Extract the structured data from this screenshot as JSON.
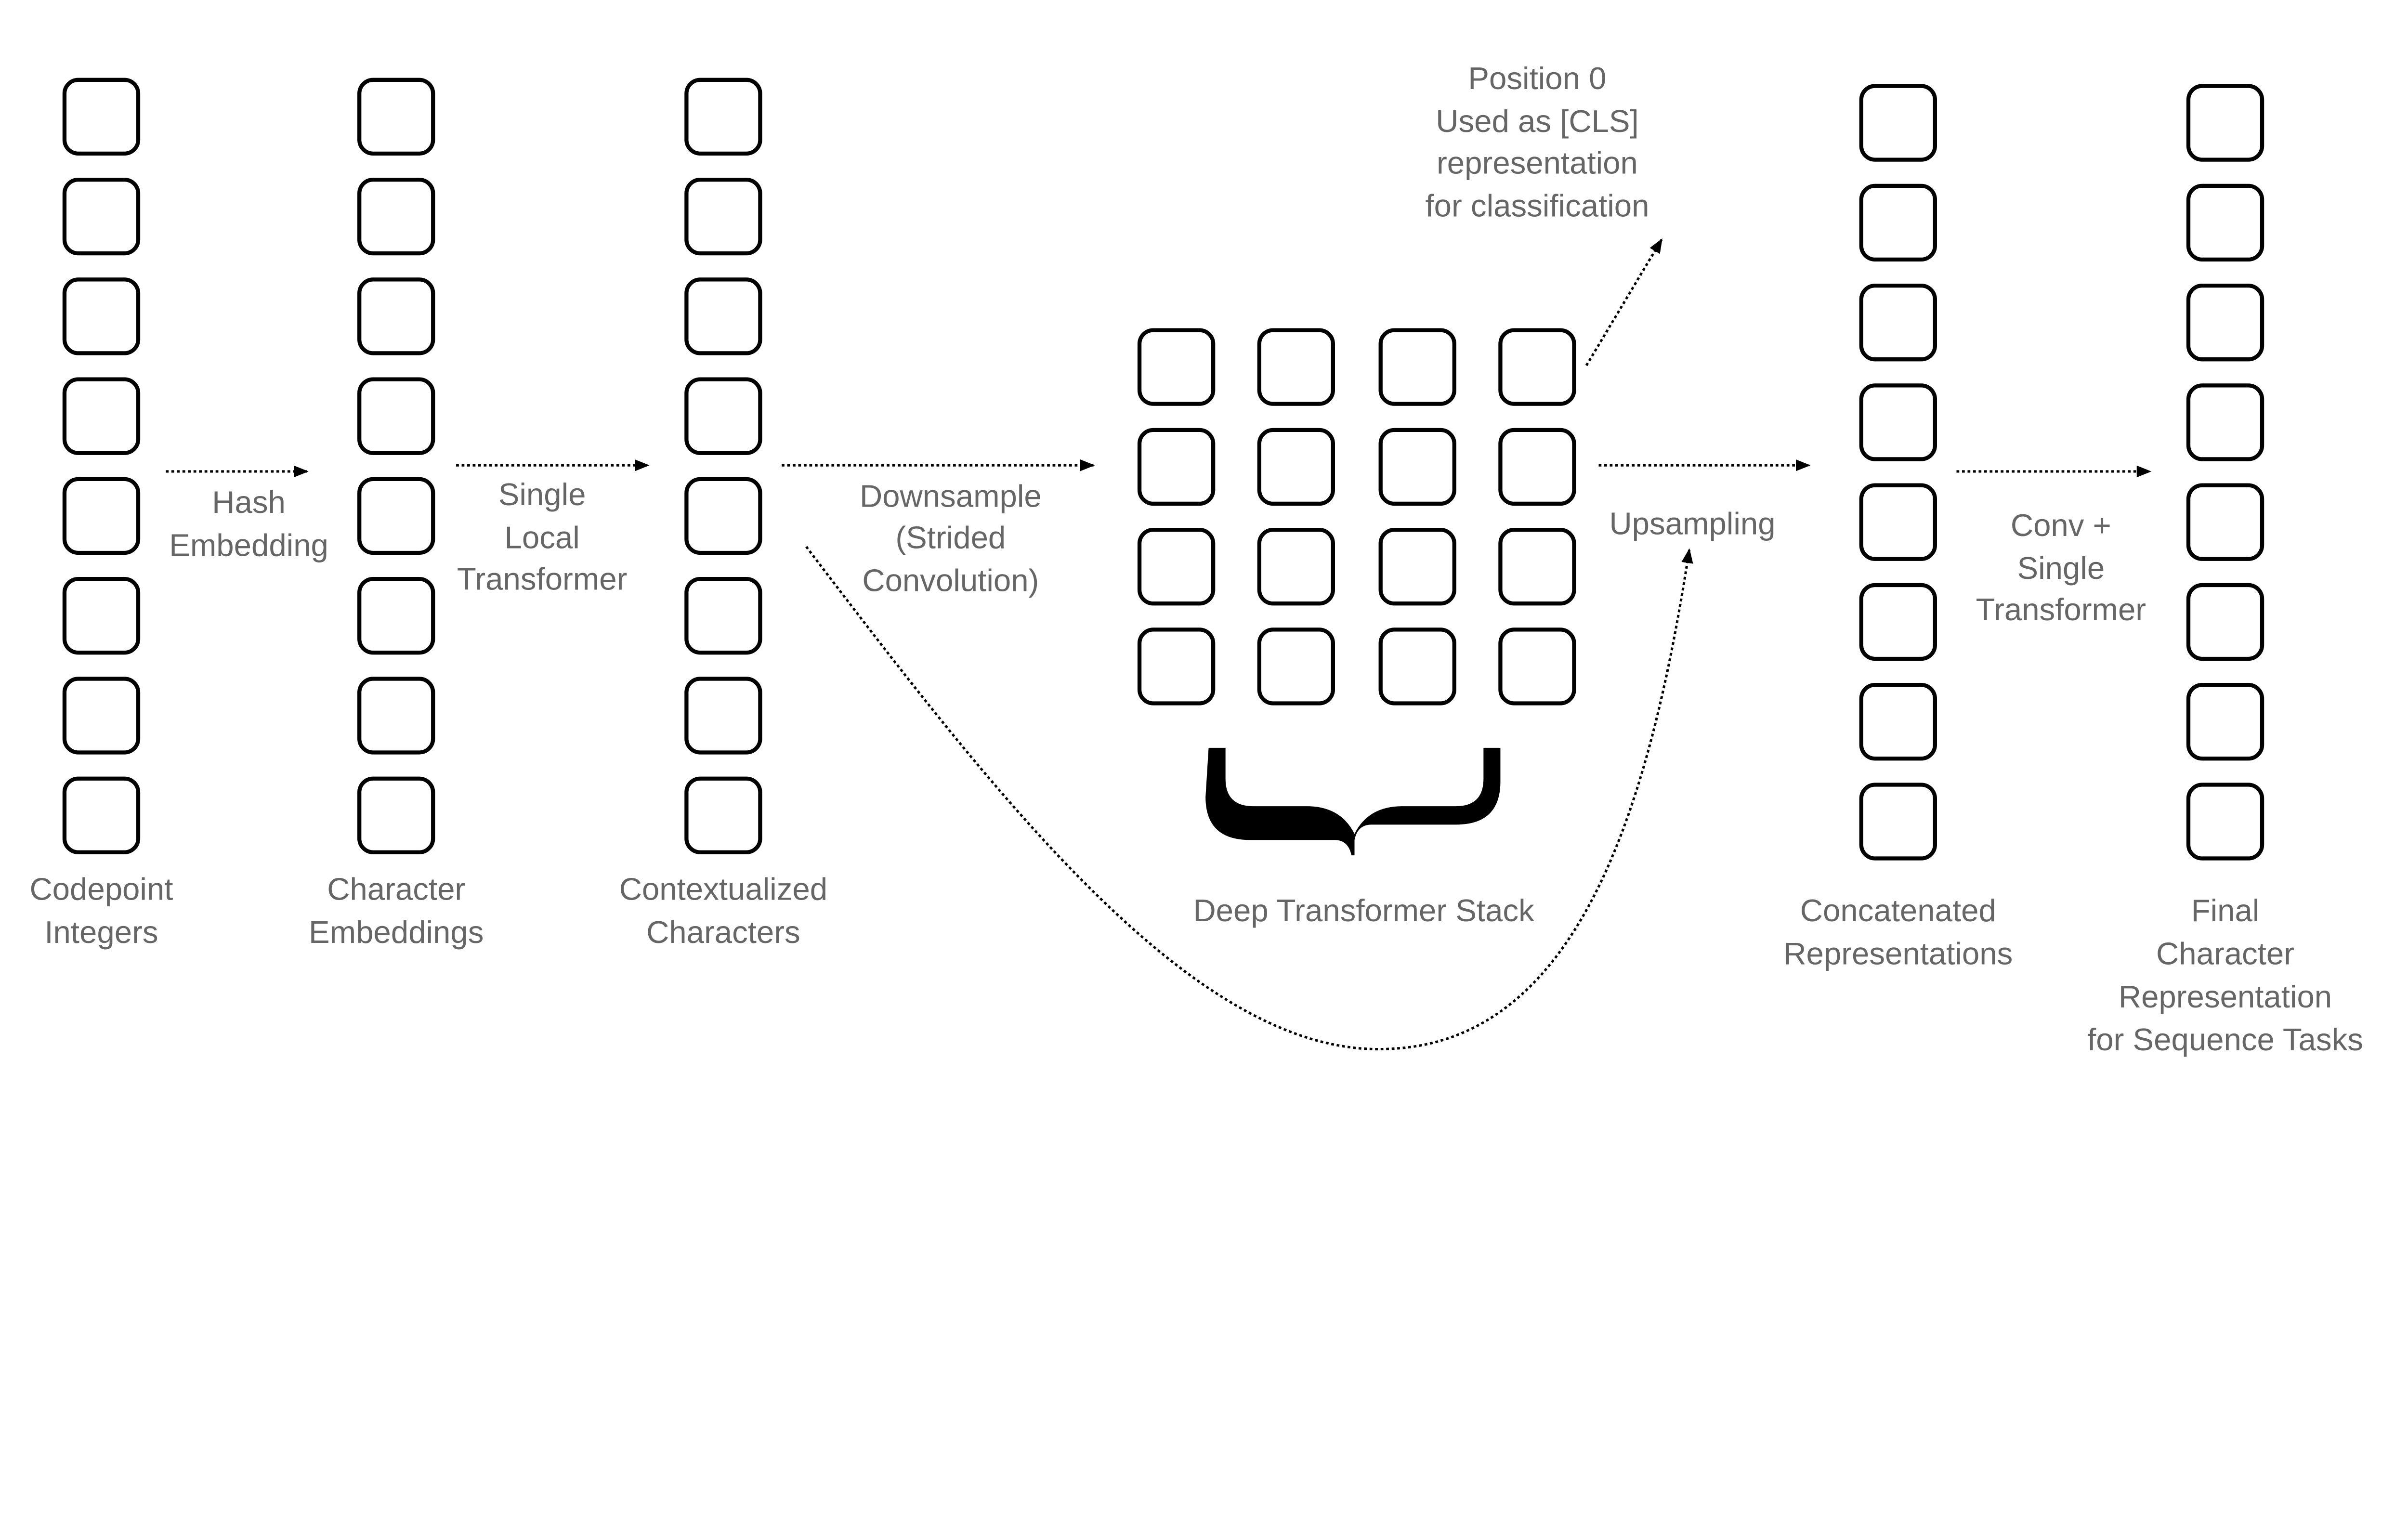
{
  "columns": [
    {
      "label": [
        "Codepoint",
        "Integers"
      ]
    },
    {
      "label": [
        "Character",
        "Embeddings"
      ]
    },
    {
      "label": [
        "Contextualized",
        "Characters"
      ]
    },
    {
      "label": [
        "Concatenated",
        "Representations"
      ]
    },
    {
      "label": [
        "Final",
        "Character",
        "Representation",
        "for Sequence Tasks"
      ]
    }
  ],
  "stack": {
    "label": "Deep Transformer Stack"
  },
  "arrows": {
    "hash": [
      "Hash",
      "Embedding"
    ],
    "local": [
      "Single",
      "Local",
      "Transformer"
    ],
    "downsample": [
      "Downsample",
      "(Strided",
      "Convolution)"
    ],
    "upsample": [
      "Upsampling"
    ],
    "conv": [
      "Conv +",
      "Single",
      "Transformer"
    ]
  },
  "cls_note": [
    "Position 0",
    "Used as [CLS]",
    "representation",
    "for classification"
  ]
}
